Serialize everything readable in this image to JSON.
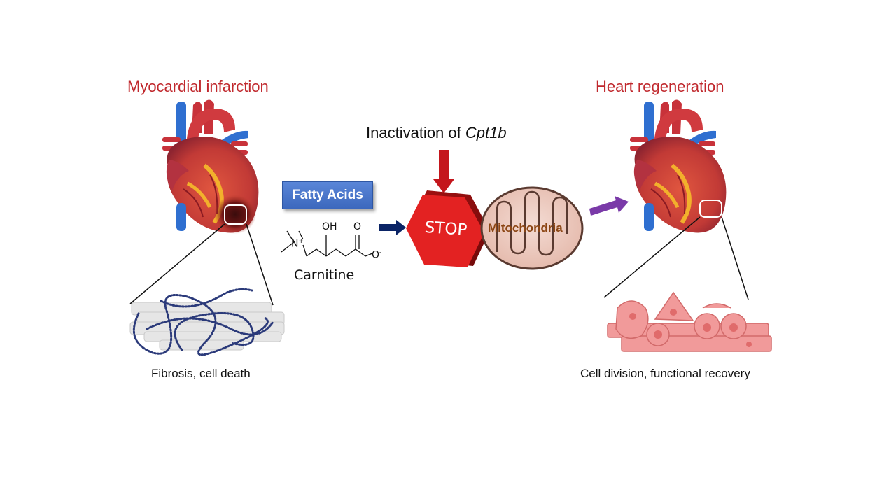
{
  "left": {
    "title": "Myocardial infarction",
    "caption": "Fibrosis, cell death"
  },
  "right": {
    "title": "Heart regeneration",
    "caption": "Cell division, functional recovery"
  },
  "center": {
    "heading_prefix": "Inactivation of ",
    "heading_gene": "Cpt1b",
    "fatty_acids": "Fatty Acids",
    "carnitine": "Carnitine",
    "carnitine_formula": {
      "oh": "OH",
      "o_top": "O",
      "o_minus": "O",
      "o_charge": "-",
      "n": "N",
      "n_charge": "+"
    },
    "stop": "STOP",
    "mitochondria": "Mitochondria"
  },
  "colors": {
    "title_red": "#c0282d",
    "stop_red": "#e32222",
    "down_arrow_red": "#c4161c",
    "navy_arrow": "#0b2466",
    "purple_arrow": "#7a3aa8",
    "fatty_blue": "#4472c4",
    "mito_brown": "#8b4513"
  },
  "icons": [
    "heart-infarct-icon",
    "heart-regenerated-icon",
    "fibrotic-cells-icon",
    "dividing-cells-icon",
    "stop-sign-icon",
    "mitochondrion-icon"
  ]
}
